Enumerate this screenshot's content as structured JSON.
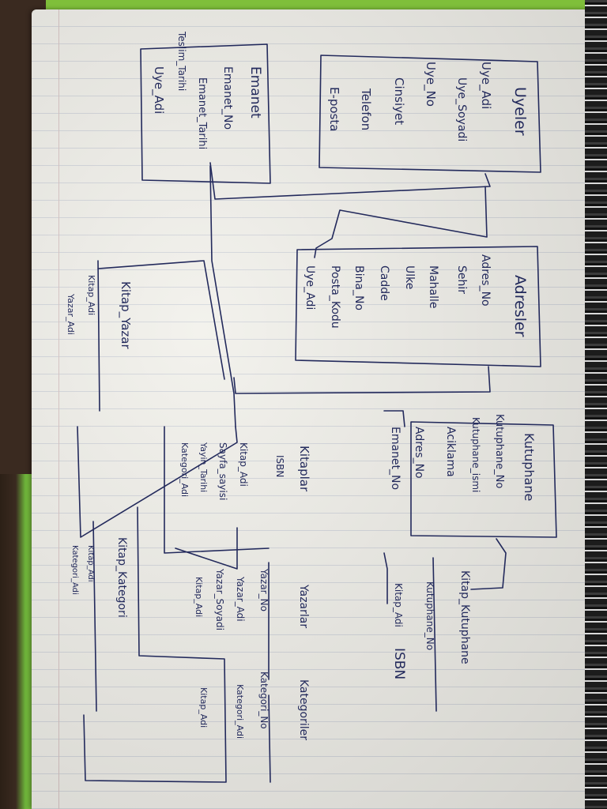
{
  "image": {
    "alt": "Handwritten library database ER diagram on a lined spiral notebook page, rotated sideways",
    "colors": {
      "paper": "#f1f0ea",
      "ink": "#232a5c",
      "cover": "#7fbf3a",
      "desk": "#3a2a20"
    }
  },
  "entities": [
    {
      "id": "uyeler",
      "title": "Uyeler",
      "fields": [
        "Uye_Adi",
        "Uye_Soyadi",
        "Uye_No",
        "Cinsiyet",
        "Telefon",
        "E-posta"
      ]
    },
    {
      "id": "emanet",
      "title": "Emanet",
      "fields": [
        "Emanet_No",
        "Emanet_Tarihi",
        "Teslim_Tarihi",
        "Uye_Adi"
      ]
    },
    {
      "id": "adresler",
      "title": "Adresler",
      "fields": [
        "Adres_No",
        "Sehir",
        "Mahalle",
        "Ulke",
        "Cadde",
        "Bina_No",
        "Posta_Kodu",
        "Uye_Adi"
      ]
    },
    {
      "id": "kutuphane",
      "title": "Kutuphane",
      "fields": [
        "Kutuphane_No",
        "Kutuphane_ismi",
        "Aciklama",
        "Adres_No",
        "Emanet_No"
      ]
    },
    {
      "id": "kitaplar",
      "title": "Kitaplar",
      "fields": [
        "ISBN",
        "Kitap_Adi",
        "Sayfa_sayisi",
        "Yayin_Tarihi",
        "Kategori_Adi"
      ]
    },
    {
      "id": "kitap_yazar",
      "title": "Kitap_Yazar",
      "fields": [
        "Kitap_Adi",
        "Yazar_Adi"
      ]
    },
    {
      "id": "kitap_kutuphane",
      "title": "Kitap_Kutuphane",
      "fields": [
        "Kutuphane_No",
        "Kitap_Adi",
        "ISBN"
      ]
    },
    {
      "id": "yazarlar",
      "title": "Yazarlar",
      "fields": [
        "Yazar_No",
        "Yazar_Adi",
        "Yazar_Soyadi",
        "Kitap_Adi"
      ]
    },
    {
      "id": "kitap_kategori",
      "title": "Kitap_Kategori",
      "fields": [
        "Kitap_Adi",
        "Kategori_Adi"
      ]
    },
    {
      "id": "kategoriler",
      "title": "Kategoriler",
      "fields": [
        "Kategori_No",
        "Kategori_Adi",
        "Kitap_Adi"
      ]
    }
  ]
}
